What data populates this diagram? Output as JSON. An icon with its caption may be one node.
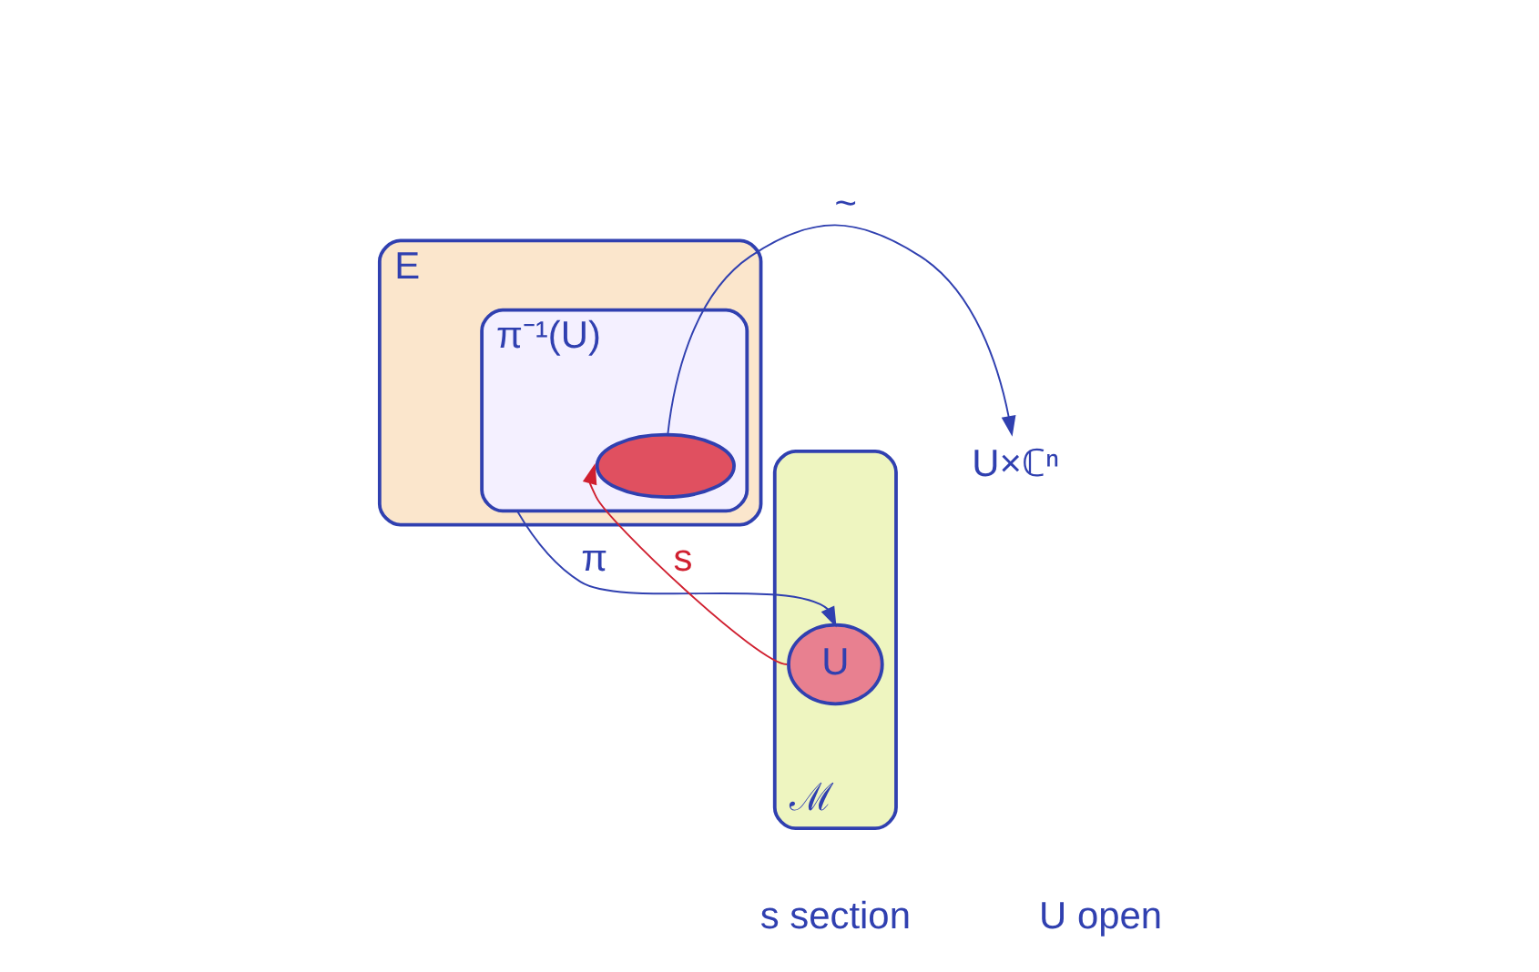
{
  "diagram": {
    "nodes": [
      {
        "text": [
          "E"
        ]
      },
      {
        "text": [
          "π⁻¹(U)"
        ],
        "in": 0
      },
      {
        "text": [],
        "shape": "ellipse",
        "in": 1
      },
      {
        "text": [
          "U×ℂⁿ"
        ]
      },
      {
        "text": [
          "ℳ"
        ]
      },
      {
        "text": [
          "U"
        ],
        "in": 4
      }
    ],
    "edges": [
      {
        "from": 2,
        "to": 3,
        "arrow": "to",
        "label": "~"
      },
      {
        "from": 1,
        "to": 5,
        "arrow": "to",
        "label": "π"
      },
      {
        "from": 5,
        "to": 2,
        "arrow": "to",
        "label": "s",
        "color": "#d02030"
      }
    ],
    "labels": [
      "s section",
      "U open"
    ]
  }
}
